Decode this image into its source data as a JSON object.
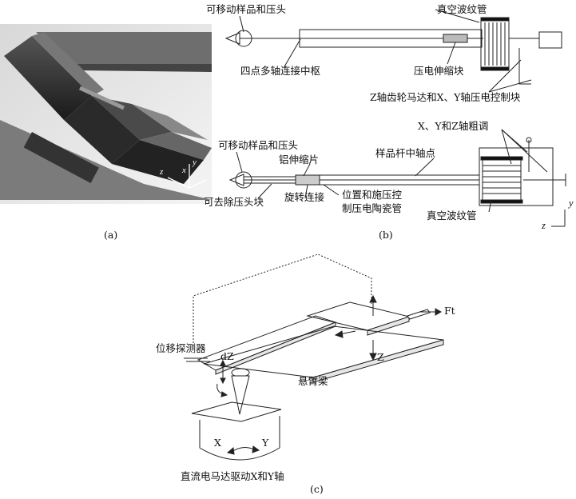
{
  "panel_a": {
    "caption": "(a)",
    "axis_labels": {
      "z": "z",
      "x": "x",
      "y": "y"
    }
  },
  "panel_b": {
    "caption": "(b)",
    "top": {
      "movable_sample_indenter": "可移动样品和压头",
      "vacuum_bellows": "真空波纹管",
      "four_point_hub": "四点多轴连接中枢",
      "piezo_block": "压电伸缩块",
      "z_motor_xy_piezo": "Z轴齿轮马达和X、Y轴压电控制块"
    },
    "bottom": {
      "xyz_coarse": "X、Y和Z轴粗调",
      "movable_sample_indenter": "可移动样品和压头",
      "sample_rod_center": "样品杆中轴点",
      "aluminum_shrink": "铝伸缩片",
      "removable_head": "可去除压头块",
      "rotary_joint": "旋转连接",
      "position_ceramic_1": "位置和施压控",
      "position_ceramic_2": "制压电陶瓷管",
      "vacuum_bellows": "真空波纹管",
      "axis_y": "y",
      "axis_z": "z"
    }
  },
  "panel_c": {
    "caption": "(c)",
    "displacement_sensor": "位移探测器",
    "dz": "dZ",
    "ft": "Ft",
    "z": "Z",
    "cantilever": "悬臂梁",
    "x": "X",
    "y": "Y",
    "dc_motor": "直流电马达驱动X和Y轴"
  }
}
